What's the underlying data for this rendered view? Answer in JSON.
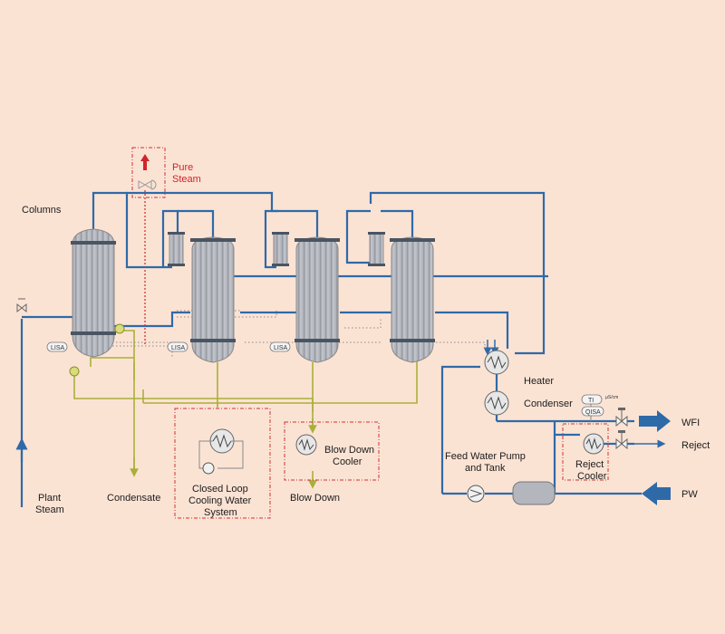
{
  "labels": {
    "columns": "Columns",
    "pure_steam_1": "Pure",
    "pure_steam_2": "Steam",
    "heater": "Heater",
    "condenser": "Condenser",
    "wfi": "WFI",
    "reject": "Reject",
    "reject_cooler_1": "Reject",
    "reject_cooler_2": "Cooler",
    "feed_water_1": "Feed Water Pump",
    "feed_water_2": "and Tank",
    "pw": "PW",
    "plant_steam_1": "Plant",
    "plant_steam_2": "Steam",
    "condensate": "Condensate",
    "closed_loop_1": "Closed Loop",
    "closed_loop_2": "Cooling Water",
    "closed_loop_3": "System",
    "blow_down_cooler_1": "Blow Down",
    "blow_down_cooler_2": "Cooler",
    "blow_down": "Blow Down"
  },
  "instruments": {
    "lisa_1": "LISA",
    "lisa_2": "LISA",
    "lisa_3": "LISA",
    "ti": "TI",
    "qisa": "QISA",
    "conductivity_unit": "µS/cm"
  },
  "colors": {
    "background": "#fbe3d4",
    "water_line": "#2f6aa8",
    "condensate_line": "#a9b03a",
    "pure_steam": "#d0242b",
    "column_body": "#b9bcc3"
  }
}
